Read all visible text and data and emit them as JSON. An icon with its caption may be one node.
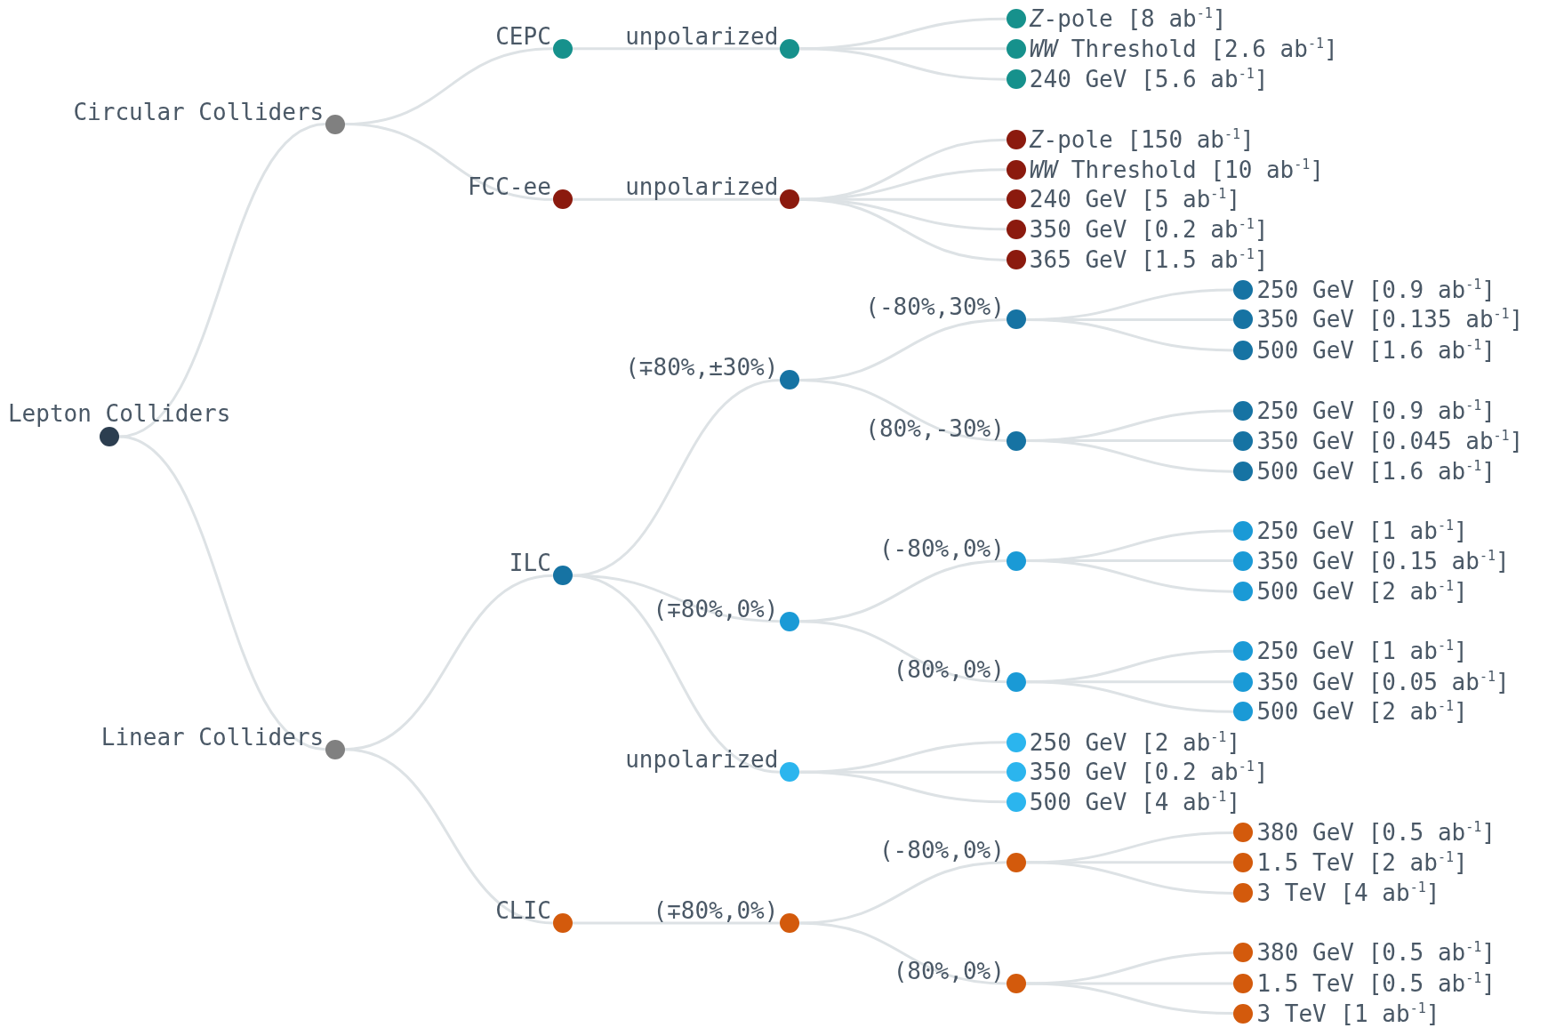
{
  "diagram": {
    "nodes": [
      {
        "text": [
          "Lepton Colliders"
        ]
      },
      {
        "text": [
          "Circular Colliders"
        ]
      },
      {
        "text": [
          "CEPC"
        ]
      },
      {
        "text": [
          "unpolarized"
        ]
      },
      {
        "text": [
          "*Z*-pole [8 ab$^{-1}$]"
        ]
      },
      {
        "text": [
          "*WW* Threshold [2.6 ab$^{-1}$]"
        ]
      },
      {
        "text": [
          "240 GeV [5.6 ab$^{-1}$]"
        ]
      },
      {
        "text": [
          "FCC-ee"
        ]
      },
      {
        "text": [
          "unpolarized"
        ]
      },
      {
        "text": [
          "*Z*-pole [150 ab$^{-1}$]"
        ]
      },
      {
        "text": [
          "*WW* Threshold [10 ab$^{-1}$]"
        ]
      },
      {
        "text": [
          "240 GeV [5 ab$^{-1}$]"
        ]
      },
      {
        "text": [
          "350 GeV [0.2 ab$^{-1}$]"
        ]
      },
      {
        "text": [
          "365 GeV [1.5 ab$^{-1}$]"
        ]
      },
      {
        "text": [
          "Linear Colliders"
        ]
      },
      {
        "text": [
          "ILC"
        ]
      },
      {
        "text": [
          "(∓80%,±30%)"
        ]
      },
      {
        "text": [
          "(-80%,30%)"
        ]
      },
      {
        "text": [
          "250 GeV [0.9 ab$^{-1}$]"
        ]
      },
      {
        "text": [
          "350 GeV [0.135 ab$^{-1}$]"
        ]
      },
      {
        "text": [
          "500 GeV [1.6 ab$^{-1}$]"
        ]
      },
      {
        "text": [
          "(80%,-30%)"
        ]
      },
      {
        "text": [
          "250 GeV [0.9 ab$^{-1}$]"
        ]
      },
      {
        "text": [
          "350 GeV [0.045 ab$^{-1}$]"
        ]
      },
      {
        "text": [
          "500 GeV [1.6 ab$^{-1}$]"
        ]
      },
      {
        "text": [
          "(∓80%,0%)"
        ]
      },
      {
        "text": [
          "(-80%,0%)"
        ]
      },
      {
        "text": [
          "250 GeV [1 ab$^{-1}$]"
        ]
      },
      {
        "text": [
          "350 GeV [0.15 ab$^{-1}$]"
        ]
      },
      {
        "text": [
          "500 GeV [2 ab$^{-1}$]"
        ]
      },
      {
        "text": [
          "(80%,0%)"
        ]
      },
      {
        "text": [
          "250 GeV [1 ab$^{-1}$]"
        ]
      },
      {
        "text": [
          "350 GeV [0.05 ab$^{-1}$]"
        ]
      },
      {
        "text": [
          "500 GeV [2 ab$^{-1}$]"
        ]
      },
      {
        "text": [
          "unpolarized"
        ]
      },
      {
        "text": [
          "250 GeV [2 ab$^{-1}$]"
        ]
      },
      {
        "text": [
          "350 GeV [0.2 ab$^{-1}$]"
        ]
      },
      {
        "text": [
          "500 GeV [4 ab$^{-1}$]"
        ]
      },
      {
        "text": [
          "CLIC"
        ]
      },
      {
        "text": [
          "(∓80%,0%)"
        ]
      },
      {
        "text": [
          "(-80%,0%)"
        ]
      },
      {
        "text": [
          "380 GeV [0.5 ab$^{-1}$]"
        ]
      },
      {
        "text": [
          "1.5 TeV [2 ab$^{-1}$]"
        ]
      },
      {
        "text": [
          "3 TeV [4 ab$^{-1}$]"
        ]
      },
      {
        "text": [
          "(80%,0%)"
        ]
      },
      {
        "text": [
          "380 GeV [0.5 ab$^{-1}$]"
        ]
      },
      {
        "text": [
          "1.5 TeV [0.5 ab$^{-1}$]"
        ]
      },
      {
        "text": [
          "3 TeV [1 ab$^{-1}$]"
        ]
      }
    ],
    "edges": [
      {
        "from": 0,
        "to": 1,
        "arrow": "none"
      },
      {
        "from": 1,
        "to": 2,
        "arrow": "none"
      },
      {
        "from": 2,
        "to": 3,
        "arrow": "none"
      },
      {
        "from": 3,
        "to": 4,
        "arrow": "none"
      },
      {
        "from": 3,
        "to": 5,
        "arrow": "none"
      },
      {
        "from": 3,
        "to": 6,
        "arrow": "none"
      },
      {
        "from": 1,
        "to": 7,
        "arrow": "none"
      },
      {
        "from": 7,
        "to": 8,
        "arrow": "none"
      },
      {
        "from": 8,
        "to": 9,
        "arrow": "none"
      },
      {
        "from": 8,
        "to": 10,
        "arrow": "none"
      },
      {
        "from": 8,
        "to": 11,
        "arrow": "none"
      },
      {
        "from": 8,
        "to": 12,
        "arrow": "none"
      },
      {
        "from": 8,
        "to": 13,
        "arrow": "none"
      },
      {
        "from": 0,
        "to": 14,
        "arrow": "none"
      },
      {
        "from": 14,
        "to": 15,
        "arrow": "none"
      },
      {
        "from": 15,
        "to": 16,
        "arrow": "none"
      },
      {
        "from": 16,
        "to": 17,
        "arrow": "none"
      },
      {
        "from": 17,
        "to": 18,
        "arrow": "none"
      },
      {
        "from": 17,
        "to": 19,
        "arrow": "none"
      },
      {
        "from": 17,
        "to": 20,
        "arrow": "none"
      },
      {
        "from": 16,
        "to": 21,
        "arrow": "none"
      },
      {
        "from": 21,
        "to": 22,
        "arrow": "none"
      },
      {
        "from": 21,
        "to": 23,
        "arrow": "none"
      },
      {
        "from": 21,
        "to": 24,
        "arrow": "none"
      },
      {
        "from": 15,
        "to": 25,
        "arrow": "none"
      },
      {
        "from": 25,
        "to": 26,
        "arrow": "none"
      },
      {
        "from": 26,
        "to": 27,
        "arrow": "none"
      },
      {
        "from": 26,
        "to": 28,
        "arrow": "none"
      },
      {
        "from": 26,
        "to": 29,
        "arrow": "none"
      },
      {
        "from": 25,
        "to": 30,
        "arrow": "none"
      },
      {
        "from": 30,
        "to": 31,
        "arrow": "none"
      },
      {
        "from": 30,
        "to": 32,
        "arrow": "none"
      },
      {
        "from": 30,
        "to": 33,
        "arrow": "none"
      },
      {
        "from": 15,
        "to": 34,
        "arrow": "none"
      },
      {
        "from": 34,
        "to": 35,
        "arrow": "none"
      },
      {
        "from": 34,
        "to": 36,
        "arrow": "none"
      },
      {
        "from": 34,
        "to": 37,
        "arrow": "none"
      },
      {
        "from": 14,
        "to": 38,
        "arrow": "none"
      },
      {
        "from": 38,
        "to": 39,
        "arrow": "none"
      },
      {
        "from": 39,
        "to": 40,
        "arrow": "none"
      },
      {
        "from": 40,
        "to": 41,
        "arrow": "none"
      },
      {
        "from": 40,
        "to": 42,
        "arrow": "none"
      },
      {
        "from": 40,
        "to": 43,
        "arrow": "none"
      },
      {
        "from": 39,
        "to": 44,
        "arrow": "none"
      },
      {
        "from": 44,
        "to": 45,
        "arrow": "none"
      },
      {
        "from": 44,
        "to": 46,
        "arrow": "none"
      },
      {
        "from": 44,
        "to": 47,
        "arrow": "none"
      }
    ]
  }
}
